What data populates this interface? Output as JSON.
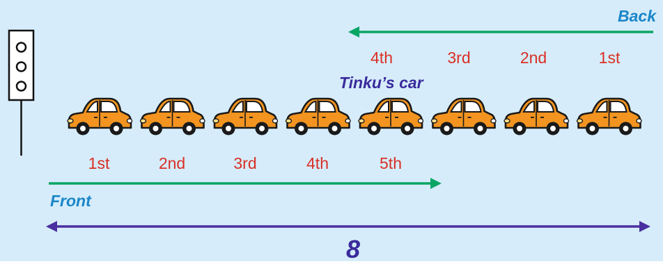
{
  "labels": {
    "back": "Back",
    "front": "Front",
    "tinku_car": "Tinku’s car",
    "total": "8"
  },
  "ordinals_front": [
    "1st",
    "2nd",
    "3rd",
    "4th",
    "5th"
  ],
  "ordinals_back": [
    "4th",
    "3rd",
    "2nd",
    "1st"
  ],
  "car_count": 8,
  "colors": {
    "background": "#d6ecfa",
    "car_body": "#f39420",
    "ordinal_text": "#d93025",
    "direction_arrow": "#0aa565",
    "direction_text": "#1a86c8",
    "total_arrow": "#4a2fa0",
    "tinku_text": "#3a2b9c"
  },
  "icons": {
    "traffic_light": "traffic-light-icon",
    "car": "car-icon"
  }
}
